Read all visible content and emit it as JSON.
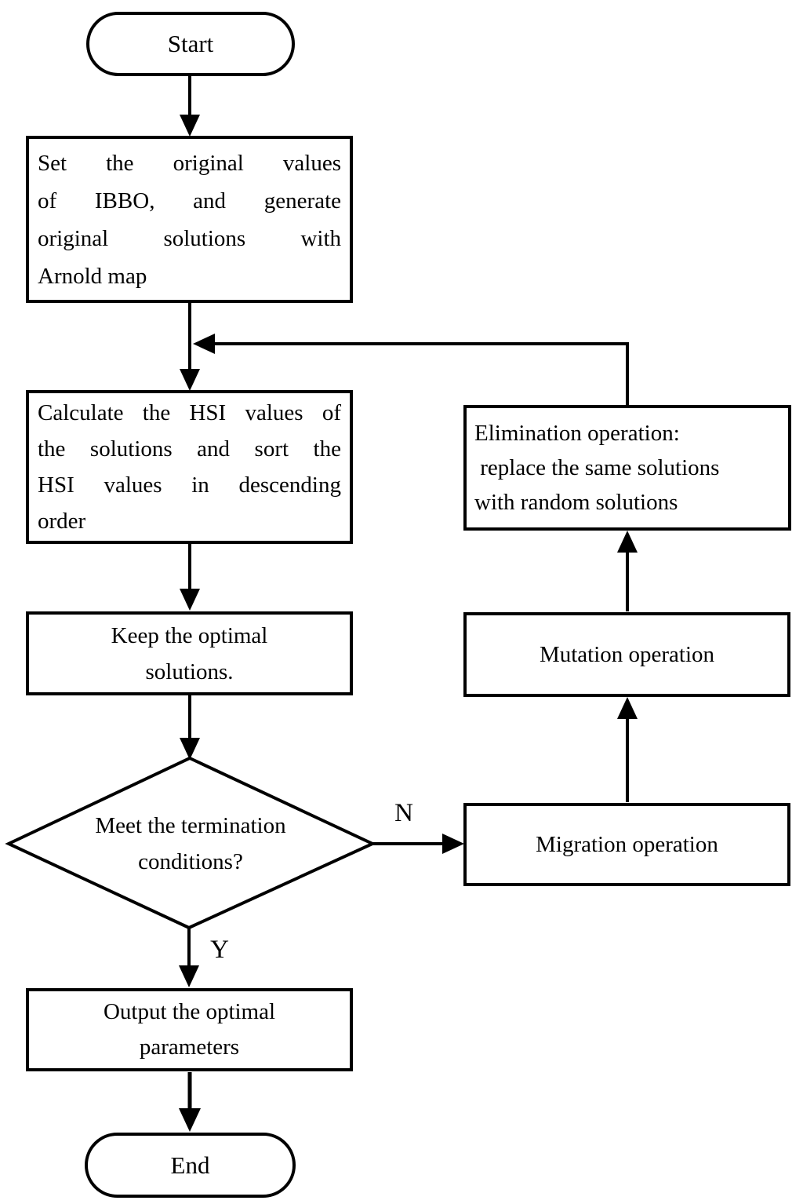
{
  "nodes": {
    "start": {
      "label": "Start",
      "shape": "stadium"
    },
    "init": {
      "shape": "process",
      "text": "Set the original values of IBBO, and generate original solutions with Arnold map",
      "lines": [
        "Set the original values",
        "of IBBO, and generate",
        "original solutions with",
        "Arnold map"
      ]
    },
    "calculate": {
      "shape": "process",
      "text": "Calculate the HSI values of the solutions and sort the HSI values in descending order",
      "lines": [
        "Calculate the HSI values of",
        "the solutions and sort the",
        "HSI values in descending",
        "order"
      ]
    },
    "keep": {
      "shape": "process",
      "text": "Keep the optimal solutions.",
      "lines": [
        "Keep the optimal",
        "solutions."
      ]
    },
    "decision": {
      "shape": "diamond",
      "text": "Meet the termination conditions?",
      "lines": [
        "Meet the termination",
        "conditions?"
      ]
    },
    "migration": {
      "shape": "process",
      "label": "Migration operation"
    },
    "mutation": {
      "shape": "process",
      "label": "Mutation operation"
    },
    "elimination": {
      "shape": "process",
      "text": "Elimination operation: replace the same solutions with random solutions",
      "lines": [
        "Elimination operation:",
        " replace the same solutions",
        "with random solutions"
      ]
    },
    "output": {
      "shape": "process",
      "text": "Output the optimal parameters",
      "lines": [
        "Output the optimal",
        "parameters"
      ]
    },
    "end": {
      "label": "End",
      "shape": "stadium"
    }
  },
  "edges": {
    "no_label": "N",
    "yes_label": "Y"
  },
  "colors": {
    "line": "#000000",
    "fill": "#ffffff",
    "text": "#000000"
  }
}
